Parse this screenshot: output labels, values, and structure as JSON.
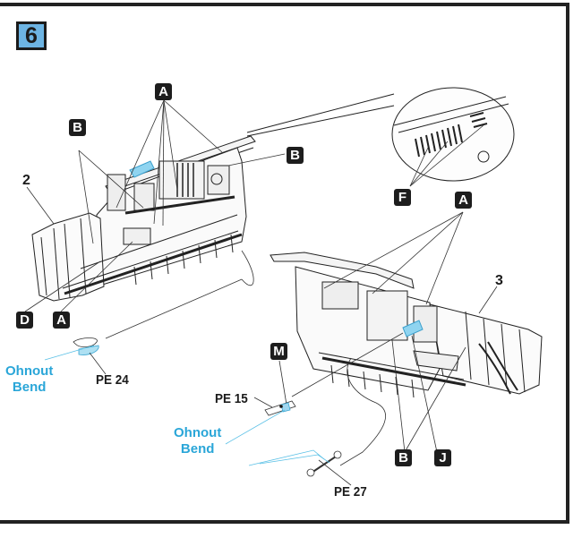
{
  "step": {
    "number": "6",
    "badge_color": "#6db4e3"
  },
  "part_numbers": {
    "left_assembly": "2",
    "right_assembly": "3"
  },
  "callouts": {
    "left_top_A": "A",
    "left_B_upper": "B",
    "left_B_right": "B",
    "left_D": "D",
    "left_A_bottom": "A",
    "inset_F": "F",
    "right_A": "A",
    "M": "M",
    "right_B": "B",
    "right_J": "J"
  },
  "photo_etch_parts": {
    "pe24": "PE 24",
    "pe15": "PE 15",
    "pe27": "PE 27"
  },
  "notes": {
    "bend_note_1": {
      "line1": "Ohnout",
      "line2": "Bend"
    },
    "bend_note_2": {
      "line1": "Ohnout",
      "line2": "Bend"
    },
    "note_color": "#2aa6d8"
  }
}
